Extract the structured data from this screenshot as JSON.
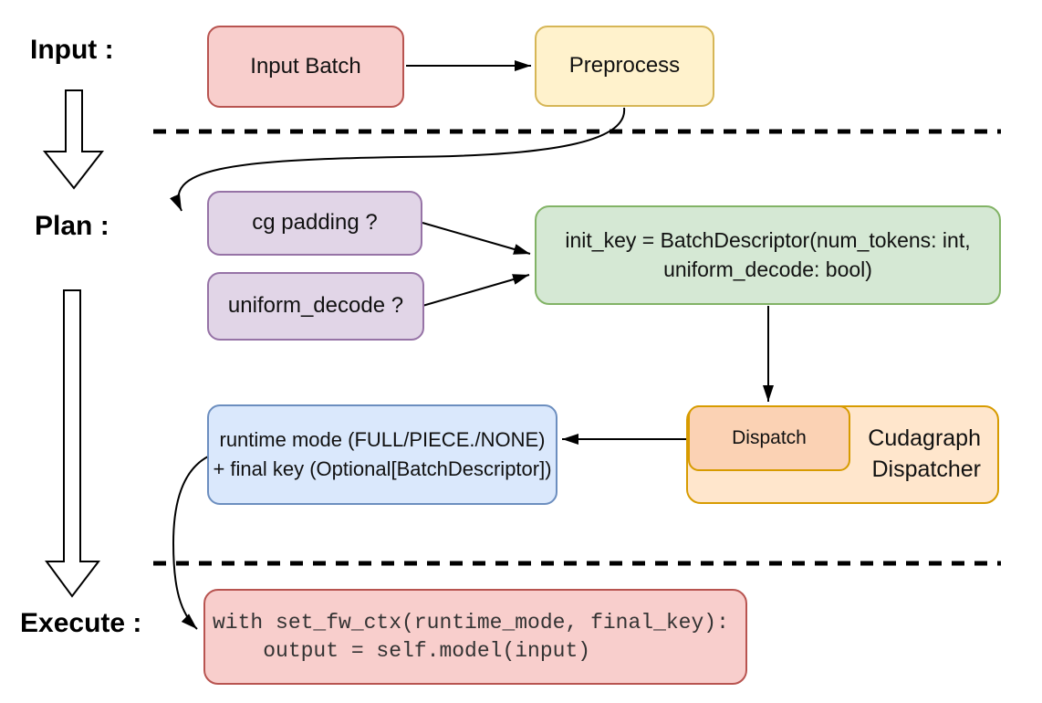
{
  "sections": {
    "input_label": "Input :",
    "plan_label": "Plan :",
    "execute_label": "Execute :"
  },
  "nodes": {
    "input_batch": {
      "label": "Input Batch",
      "fill": "#f8cecc",
      "stroke": "#b85450"
    },
    "preprocess": {
      "label": "Preprocess",
      "fill": "#fff2cc",
      "stroke": "#d6b656"
    },
    "cg_padding": {
      "label": "cg padding ?",
      "fill": "#e1d5e7",
      "stroke": "#9673a6"
    },
    "uniform_decode": {
      "label": "uniform_decode ?",
      "fill": "#e1d5e7",
      "stroke": "#9673a6"
    },
    "init_key": {
      "line1": "init_key = BatchDescriptor(num_tokens: int,",
      "line2": "uniform_decode: bool)",
      "fill": "#d5e8d4",
      "stroke": "#82b366"
    },
    "dispatch": {
      "label": "Dispatch",
      "fill": "#fbd2b4",
      "stroke": "#d79b00"
    },
    "cudagraph_dispatcher": {
      "line1": "Cudagraph",
      "line2": "Dispatcher",
      "fill": "#ffe6cc",
      "stroke": "#d79b00"
    },
    "runtime_result": {
      "line1": "runtime mode (FULL/PIECE./NONE)",
      "line2": "+ final key (Optional[BatchDescriptor])",
      "fill": "#dae8fc",
      "stroke": "#6c8ebf"
    },
    "execute_code": {
      "line1": "with set_fw_ctx(runtime_mode, final_key):",
      "line2": "    output = self.model(input)",
      "fill": "#f8cecc",
      "stroke": "#b85450"
    }
  }
}
